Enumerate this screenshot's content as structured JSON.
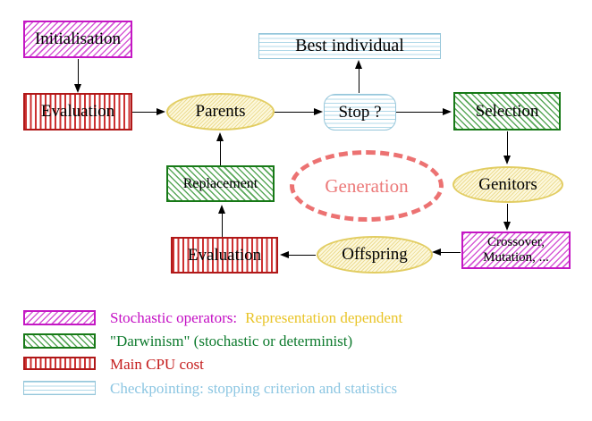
{
  "nodes": {
    "initialisation": {
      "label": "Initialisation",
      "style": "magenta-diagonal-hatch"
    },
    "evaluation_top": {
      "label": "Evaluation",
      "style": "red-vertical-lines"
    },
    "parents": {
      "label": "Parents",
      "style": "yellow-hatched-ellipse"
    },
    "best_individual": {
      "label": "Best individual",
      "style": "cyan-horizontal-lines"
    },
    "stop": {
      "label": "Stop ?",
      "style": "cyan-horizontal-lines"
    },
    "selection": {
      "label": "Selection",
      "style": "green-diagonal-hatch"
    },
    "genitors": {
      "label": "Genitors",
      "style": "yellow-hatched-ellipse"
    },
    "crossover_mutation": {
      "line1": "Crossover,",
      "line2": "Mutation, ...",
      "style": "magenta-diagonal-hatch"
    },
    "offspring": {
      "label": "Offspring",
      "style": "yellow-hatched-ellipse"
    },
    "evaluation_bottom": {
      "label": "Evaluation",
      "style": "red-vertical-lines"
    },
    "replacement": {
      "label": "Replacement",
      "style": "green-diagonal-hatch"
    },
    "generation": {
      "label": "Generation",
      "style": "salmon-dashed-ellipse"
    }
  },
  "edges": [
    {
      "from": "initialisation",
      "to": "evaluation_top"
    },
    {
      "from": "evaluation_top",
      "to": "parents"
    },
    {
      "from": "parents",
      "to": "stop"
    },
    {
      "from": "stop",
      "to": "best_individual"
    },
    {
      "from": "stop",
      "to": "selection"
    },
    {
      "from": "selection",
      "to": "genitors"
    },
    {
      "from": "genitors",
      "to": "crossover_mutation"
    },
    {
      "from": "crossover_mutation",
      "to": "offspring"
    },
    {
      "from": "offspring",
      "to": "evaluation_bottom"
    },
    {
      "from": "evaluation_bottom",
      "to": "replacement"
    },
    {
      "from": "replacement",
      "to": "parents"
    }
  ],
  "legend": {
    "items": [
      {
        "swatch": "magenta-diagonal-hatch",
        "text": "Stochastic operators:",
        "text2": "Representation dependent"
      },
      {
        "swatch": "green-diagonal-hatch",
        "text": "\"Darwinism\" (stochastic or determinist)"
      },
      {
        "swatch": "red-vertical-lines",
        "text": "Main CPU cost"
      },
      {
        "swatch": "cyan-horizontal-lines",
        "text": "Checkpointing: stopping criterion and statistics"
      }
    ]
  },
  "colors": {
    "magenta": "#c417c4",
    "green_border": "#177917",
    "green_text": "#0d7a2d",
    "red": "#c41c1c",
    "cyan_border": "#96c6da",
    "cyan_text": "#8cc6e2",
    "yellow_border": "#e2cd62",
    "gold_text": "#e9c427",
    "salmon": "#ec7272",
    "arrow": "#000000"
  }
}
